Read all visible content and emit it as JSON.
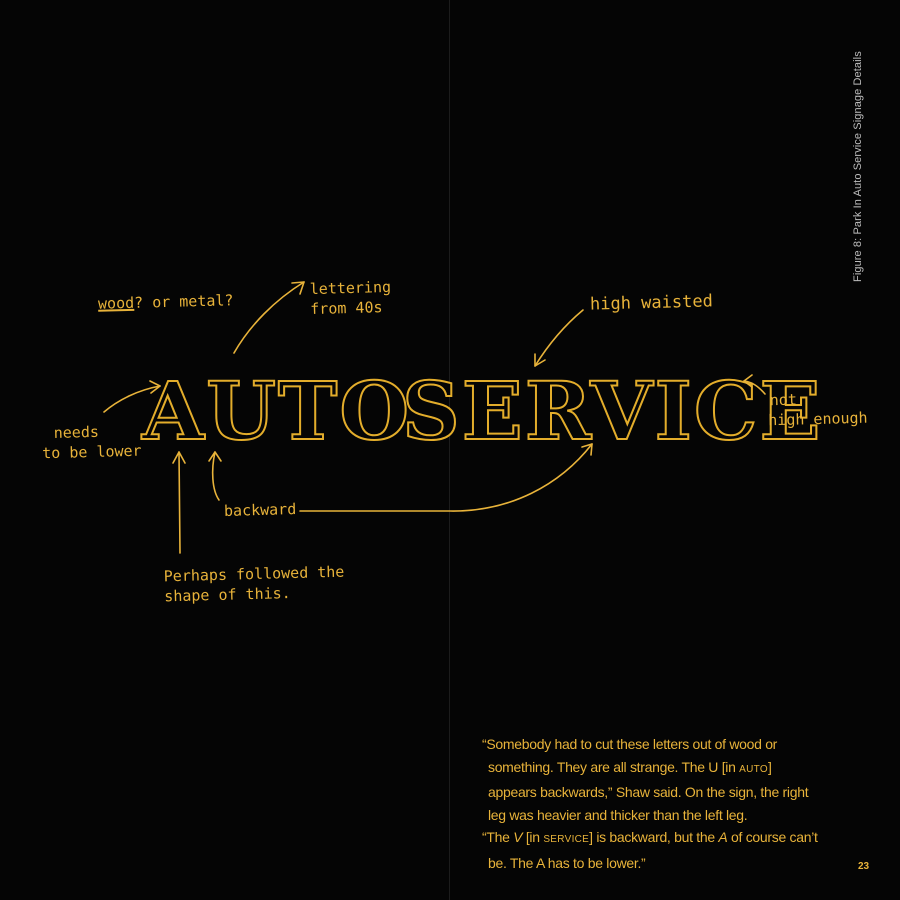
{
  "figure_caption": "Figure 8: Park In Auto Service Signage Details",
  "sign": {
    "word1": "AUTO",
    "word2": "SERVICE"
  },
  "notes": {
    "wood_underlined": "wood",
    "wood_rest": "? or metal?",
    "lettering_line1": "lettering",
    "lettering_line2": "from 40s",
    "high_waisted": "high waisted",
    "not_high_line1": "not",
    "not_high_line2": "high enough",
    "needs_lower_line1": "needs",
    "needs_lower_line2": "to be lower",
    "backward": "backward",
    "perhaps_line1": "Perhaps followed the",
    "perhaps_line2": "shape of this."
  },
  "quote": {
    "p1_a": "“Somebody had to cut these letters out of wood or something. They are all strange. The U [in ",
    "p1_sc": "auto",
    "p1_b": "] appears backwards,” Shaw said. On the sign, the right leg was heavier and thicker than the left leg.",
    "p2_a": "“The ",
    "p2_v": "V",
    "p2_b": " [in ",
    "p2_sc": "service",
    "p2_c": "] is backward, but the ",
    "p2_a_letter": "A",
    "p2_d": " of course can’t be. The A has to be lower.”"
  },
  "page_number": "23",
  "colors": {
    "background": "#050505",
    "accent": "#e8b33a",
    "caption": "#bdbdbd"
  }
}
